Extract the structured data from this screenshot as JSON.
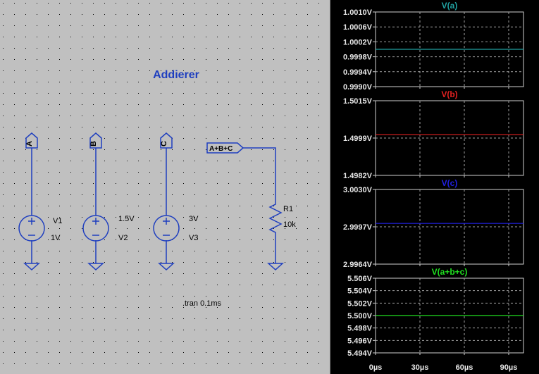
{
  "schematic": {
    "title": "Addierer",
    "directive": ".tran 0.1ms",
    "nets": {
      "a": "A",
      "b": "B",
      "c": "C",
      "sum": "A+B+C"
    },
    "sources": [
      {
        "name": "V1",
        "value": "1V"
      },
      {
        "name": "V2",
        "value": "1.5V"
      },
      {
        "name": "V3",
        "value": "3V"
      }
    ],
    "resistor": {
      "name": "R1",
      "value": "10k"
    }
  },
  "plots": {
    "x_ticks": [
      "0µs",
      "30µs",
      "60µs",
      "90µs"
    ],
    "panes": [
      {
        "title": "V(a)",
        "color": "#20a0a0",
        "y_ticks": [
          "1.0010V",
          "1.0006V",
          "1.0002V",
          "0.9998V",
          "0.9994V",
          "0.9990V"
        ]
      },
      {
        "title": "V(b)",
        "color": "#e02020",
        "y_ticks": [
          "1.5015V",
          "1.4999V",
          "1.4982V"
        ]
      },
      {
        "title": "V(c)",
        "color": "#2020e0",
        "y_ticks": [
          "3.0030V",
          "2.9997V",
          "2.9964V"
        ]
      },
      {
        "title": "V(a+b+c)",
        "color": "#20e020",
        "y_ticks": [
          "5.506V",
          "5.504V",
          "5.502V",
          "5.500V",
          "5.498V",
          "5.496V",
          "5.494V"
        ]
      }
    ]
  },
  "chart_data": [
    {
      "type": "line",
      "title": "V(a)",
      "x": [
        0,
        100
      ],
      "ylim": [
        0.999,
        1.001
      ],
      "series": [
        {
          "name": "V(a)",
          "x": [
            0,
            100
          ],
          "y": [
            1.0,
            1.0
          ]
        }
      ]
    },
    {
      "type": "line",
      "title": "V(b)",
      "x": [
        0,
        100
      ],
      "ylim": [
        1.4982,
        1.5015
      ],
      "series": [
        {
          "name": "V(b)",
          "x": [
            0,
            100
          ],
          "y": [
            1.5,
            1.5
          ]
        }
      ]
    },
    {
      "type": "line",
      "title": "V(c)",
      "x": [
        0,
        100
      ],
      "ylim": [
        2.9964,
        3.003
      ],
      "series": [
        {
          "name": "V(c)",
          "x": [
            0,
            100
          ],
          "y": [
            3.0,
            3.0
          ]
        }
      ]
    },
    {
      "type": "line",
      "title": "V(a+b+c)",
      "x": [
        0,
        100
      ],
      "ylim": [
        5.494,
        5.506
      ],
      "series": [
        {
          "name": "V(a+b+c)",
          "x": [
            0,
            100
          ],
          "y": [
            5.5,
            5.5
          ]
        }
      ]
    }
  ]
}
